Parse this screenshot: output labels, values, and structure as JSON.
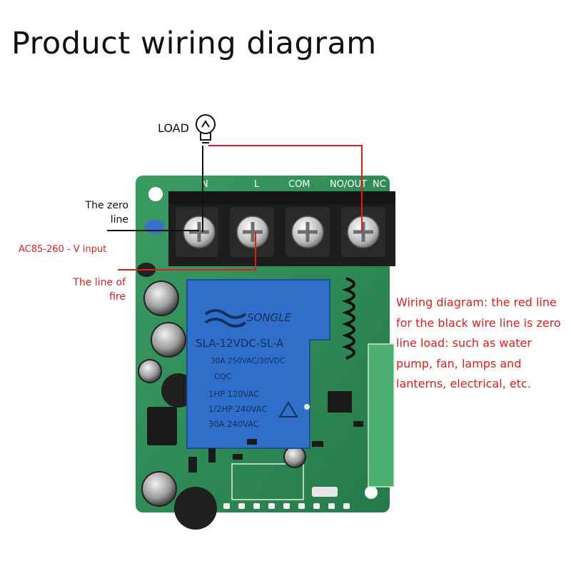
{
  "title": "Product wiring diagram",
  "labels": {
    "load": "LOAD",
    "zero_line": "The zero line",
    "ac_input": "AC85-260 - V input",
    "fire_line": "The line of fire"
  },
  "note": "Wiring diagram: the red line for the black wire line is zero line load: such as water pump, fan, lamps and lanterns, electrical, etc.",
  "board": {
    "terminal_labels": [
      "N",
      "L",
      "COM",
      "NO/OUT",
      "NC"
    ],
    "relay": {
      "brand": "SONGLE",
      "model": "SLA-12VDC-SL-A",
      "rating1": "30A 250VAC/30VDC",
      "cert": "CQC",
      "hp1": "1HP 120VAC",
      "hp2": "1/2HP 240VAC",
      "rating2": "30A 240VAC"
    }
  },
  "colors": {
    "board": "#2f8f58",
    "relay": "#2f6fc9",
    "terminal": "#1d1d1d",
    "red_wire": "#e01c1c",
    "black_wire": "#111111"
  }
}
